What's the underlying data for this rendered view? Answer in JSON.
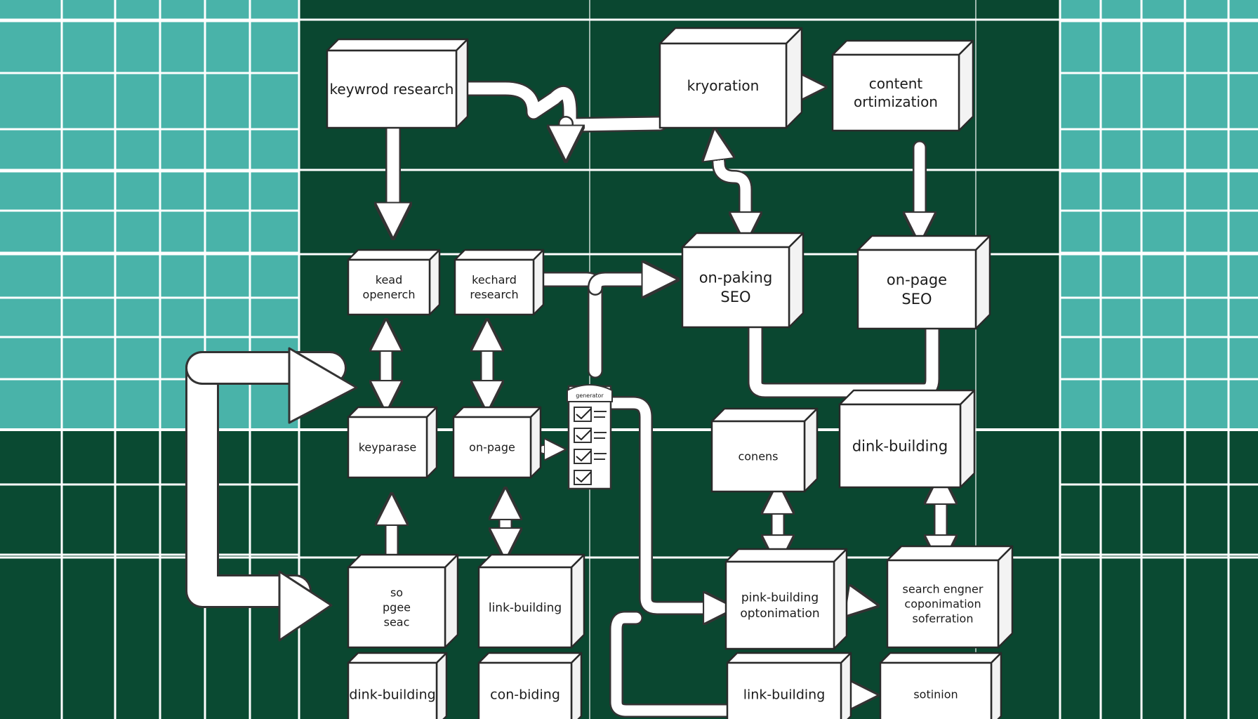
{
  "diagram": {
    "nodes": {
      "keyword_research_top": [
        "keywrod research"
      ],
      "kryoration": [
        "kryoration"
      ],
      "content_optimization": [
        "content",
        "ortimization"
      ],
      "kead_openerch": [
        "kead",
        "openerch"
      ],
      "kechard_research": [
        "kechard",
        "research"
      ],
      "on_paking_seo": [
        "on-paking",
        "SEO"
      ],
      "on_page_seo": [
        "on-page",
        "SEO"
      ],
      "keyparase": [
        "keyparase"
      ],
      "on_page_small": [
        "on-page"
      ],
      "checklist_title": [
        "generator"
      ],
      "conens": [
        "conens"
      ],
      "dink_building_right": [
        "dink-building"
      ],
      "so_pgee_seac": [
        "so",
        "pgee",
        "seac"
      ],
      "link_building_mid": [
        "link-building"
      ],
      "pink_building_opt": [
        "pink-building",
        "optonimation"
      ],
      "search_engine_opt": [
        "search engner",
        "coponimation",
        "soferration"
      ],
      "dink_building_bottom": [
        "dink-building"
      ],
      "con_biding": [
        "con-biding"
      ],
      "link_building_bottom": [
        "link-building"
      ],
      "sotinion": [
        "sotinion"
      ]
    }
  },
  "colors": {
    "teal_panel": "#49b3a9",
    "dark_green_panel": "#0a4730",
    "box_fill": "#ffffff",
    "box_outline": "#2a2a2a",
    "arrow_fill": "#ffffff"
  }
}
